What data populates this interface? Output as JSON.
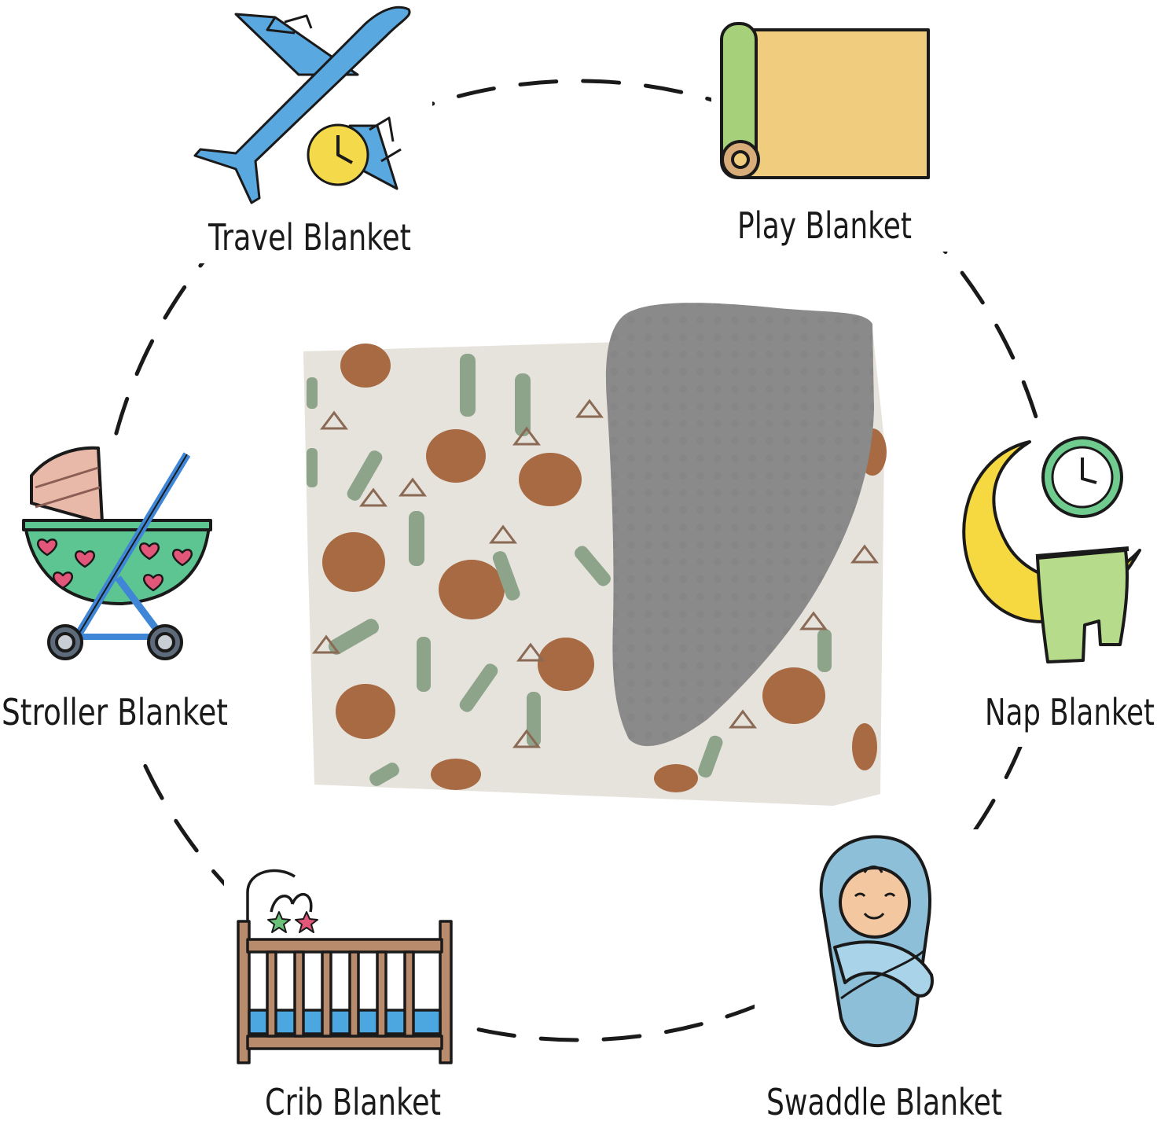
{
  "labels": {
    "travel": "Travel Blanket",
    "play": "Play Blanket",
    "stroller": "Stroller Blanket",
    "nap": "Nap Blanket",
    "crib": "Crib Blanket",
    "swaddle": "Swaddle Blanket"
  },
  "icons": {
    "travel": "airplane-clock-icon",
    "play": "play-mat-roll-icon",
    "stroller": "stroller-icon",
    "nap": "moon-clock-blanket-icon",
    "crib": "crib-mobile-icon",
    "swaddle": "swaddled-baby-icon"
  },
  "colors": {
    "airplane": "#5aa8e0",
    "clock_yellow": "#f4d94a",
    "mat": "#f0cd7e",
    "mat_roll": "#a7d07a",
    "stroller_basket": "#5cc592",
    "stroller_frame": "#3f86d6",
    "moon": "#f6d940",
    "nap_clock": "#6fcc8e",
    "nap_blanket": "#b6db8a",
    "crib_wood": "#b88b6d",
    "crib_mattress": "#4ca6e0",
    "swaddle": "#8dbfd8",
    "blanket_minky": "#8a8a8a",
    "blanket_print": "#e6e2dc",
    "cow_brown": "#a76a42",
    "cactus_green": "#8da48a"
  }
}
